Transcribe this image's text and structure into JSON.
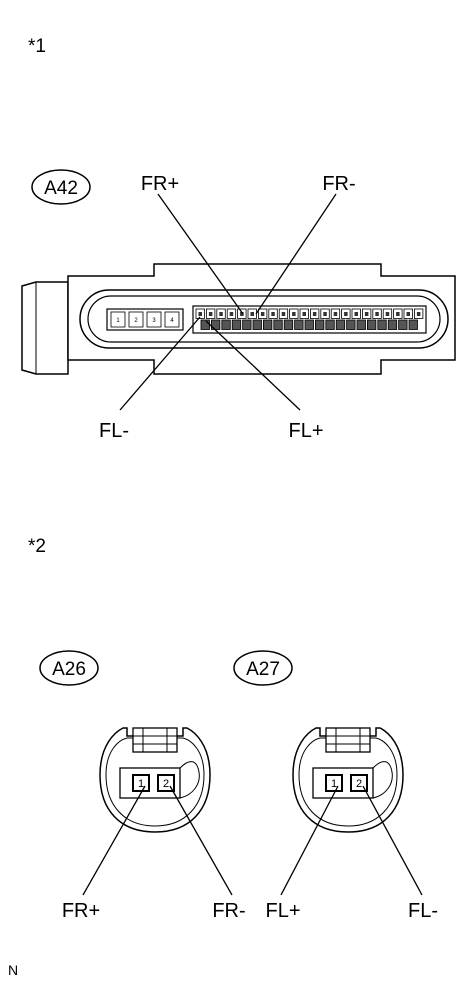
{
  "section1": {
    "marker": "*1",
    "connector_code": "A42",
    "small_pins": [
      "1",
      "2",
      "3",
      "4"
    ],
    "labels": {
      "fr_plus": "FR+",
      "fr_minus": "FR-",
      "fl_minus": "FL-",
      "fl_plus": "FL+"
    }
  },
  "section2": {
    "marker": "*2",
    "connectors": [
      {
        "code": "A26",
        "pins": [
          "1",
          "2"
        ],
        "left_label": "FR+",
        "right_label": "FR-"
      },
      {
        "code": "A27",
        "pins": [
          "1",
          "2"
        ],
        "left_label": "FL+",
        "right_label": "FL-"
      }
    ]
  },
  "footer_mark": "N"
}
